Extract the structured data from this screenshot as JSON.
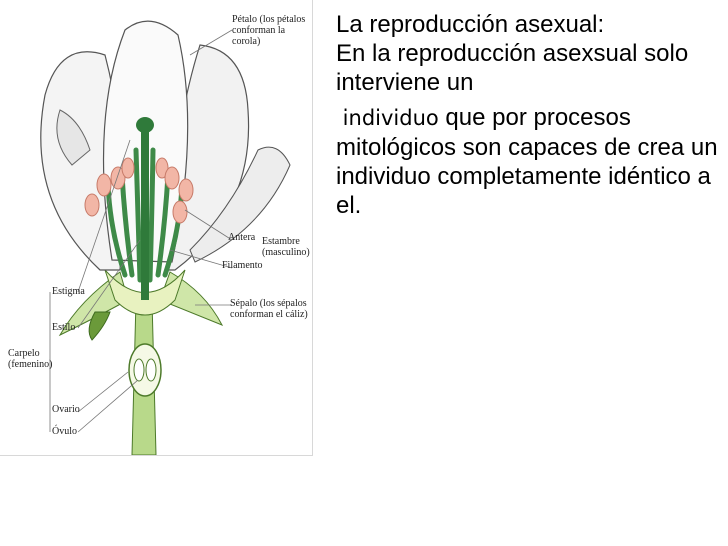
{
  "figure": {
    "labels": {
      "petalo": "Pétalo (los pétalos\nconforman la corola)",
      "antera": "Antera",
      "estambre": "Estambre\n(masculino)",
      "filamento": "Filamento",
      "sepalo": "Sépalo (los sépalos\nconforman el cáliz)",
      "estigma": "Estigma",
      "estilo": "Estilo",
      "carpelo": "Carpelo\n(femenino)",
      "ovario": "Ovario",
      "ovulo": "Óvulo"
    }
  },
  "text": {
    "line1": "La reproducción asexual:",
    "line2": "En la reproducción asexsual solo interviene un",
    "highlight": "individuo",
    "line3": "que por procesos mitológicos son capaces de crea un individuo completamente idéntico a el."
  }
}
